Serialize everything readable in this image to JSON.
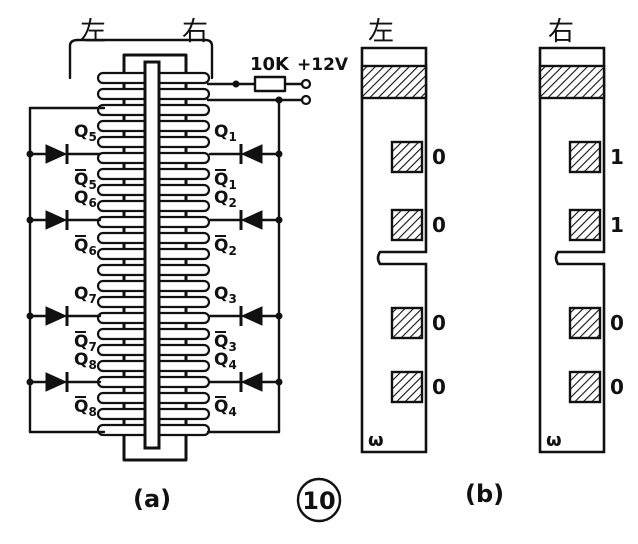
{
  "panel_a": {
    "header_left": "左",
    "header_right": "右",
    "resistor_label": "10K",
    "supply_label": "+12V",
    "left_pins": [
      "Q5",
      "Q̄5",
      "Q6",
      "Q̄6",
      "Q7",
      "Q̄7",
      "Q8",
      "Q̄8"
    ],
    "right_pins": [
      "Q1",
      "Q̄1",
      "Q2",
      "Q̄2",
      "Q3",
      "Q̄3",
      "Q4",
      "Q̄4"
    ],
    "caption": "(a)"
  },
  "figure_number": "10",
  "panel_b": {
    "left_strip": {
      "title": "左",
      "bits": [
        "0",
        "0",
        "0",
        "0"
      ],
      "corner_mark": "ω"
    },
    "right_strip": {
      "title": "右",
      "bits": [
        "1",
        "1",
        "0",
        "0"
      ],
      "corner_mark": "ω"
    },
    "caption": "(b)"
  },
  "colors": {
    "ink": "#111111",
    "paper": "#ffffff"
  }
}
